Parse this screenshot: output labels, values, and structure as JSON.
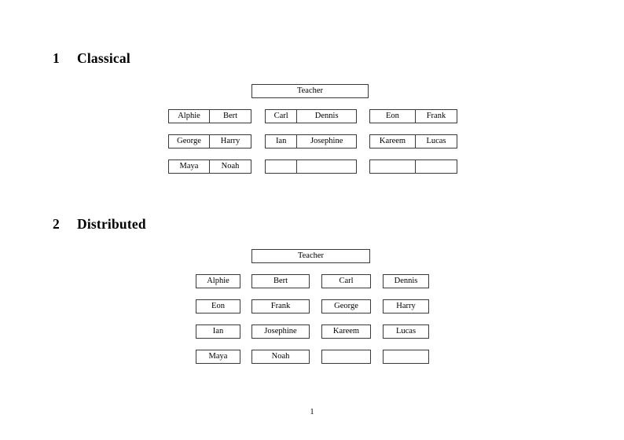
{
  "document": {
    "page_number": "1"
  },
  "sections": [
    {
      "number": "1",
      "title": "Classical",
      "teacher_label": "Teacher",
      "layout": "grouped-tabular",
      "groups": [
        {
          "rows": [
            [
              "Alphie",
              "Bert"
            ],
            [
              "George",
              "Harry"
            ],
            [
              "Maya",
              "Noah"
            ]
          ]
        },
        {
          "rows": [
            [
              "Carl",
              "Dennis"
            ],
            [
              "Ian",
              "Josephine"
            ],
            [
              "",
              ""
            ]
          ]
        },
        {
          "rows": [
            [
              "Eon",
              "Frank"
            ],
            [
              "Kareem",
              "Lucas"
            ],
            [
              "",
              ""
            ]
          ]
        }
      ]
    },
    {
      "number": "2",
      "title": "Distributed",
      "teacher_label": "Teacher",
      "layout": "separate-boxes",
      "rows": [
        [
          "Alphie",
          "Bert",
          "Carl",
          "Dennis"
        ],
        [
          "Eon",
          "Frank",
          "George",
          "Harry"
        ],
        [
          "Ian",
          "Josephine",
          "Kareem",
          "Lucas"
        ],
        [
          "Maya",
          "Noah",
          "",
          ""
        ]
      ]
    }
  ],
  "colors": {
    "page_background": "#ffffff",
    "text": "#000000",
    "border": "#3a3a3a"
  }
}
